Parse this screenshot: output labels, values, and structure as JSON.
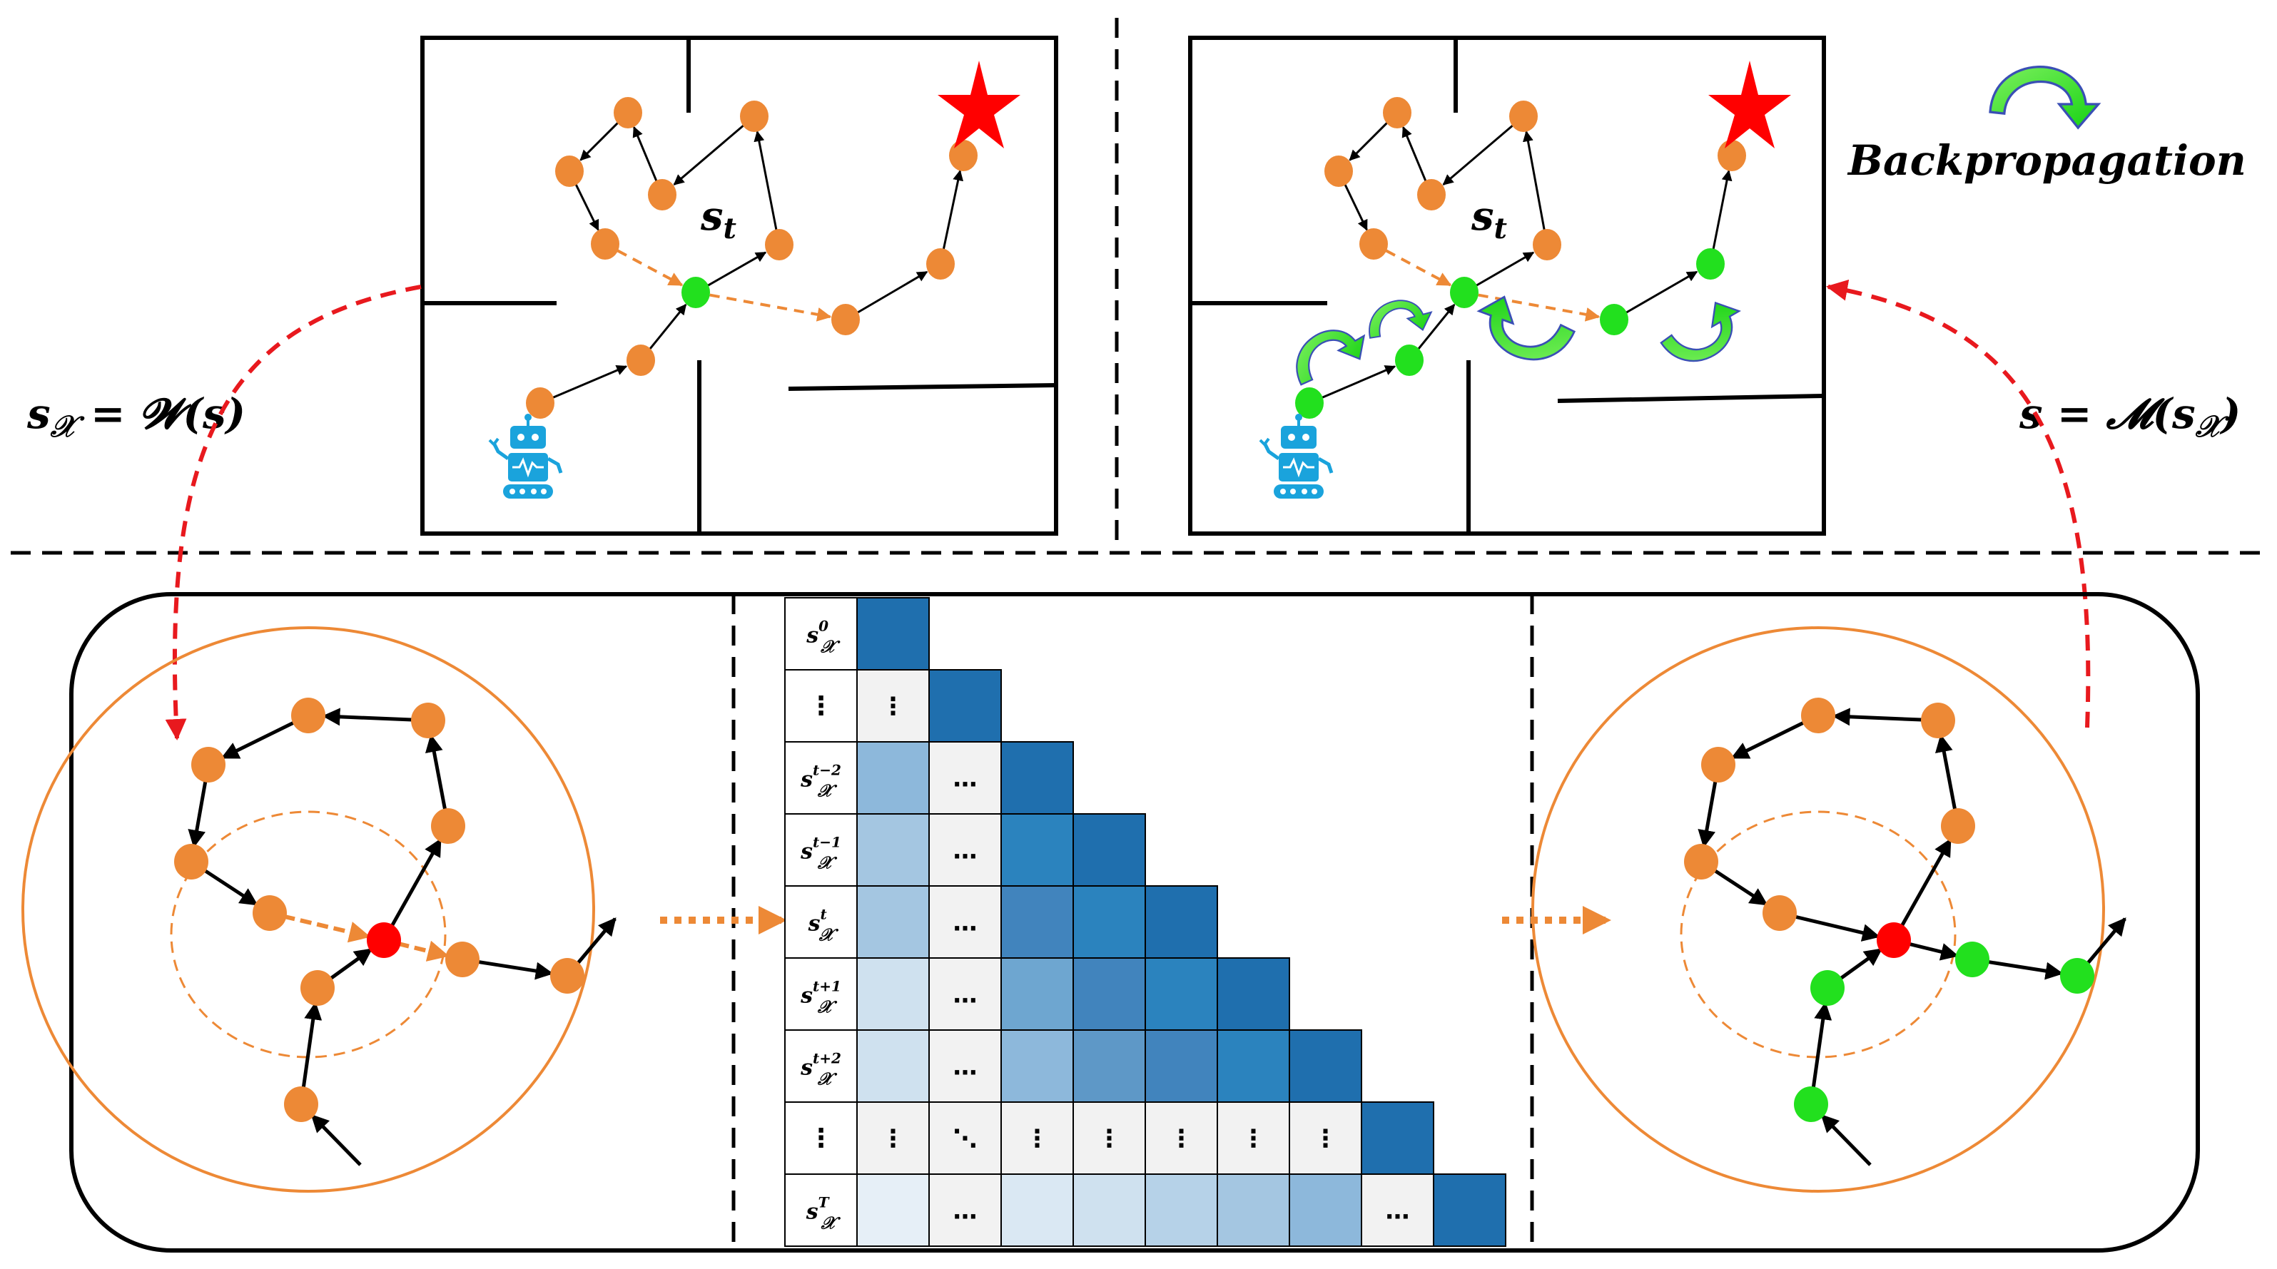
{
  "labels": {
    "backprop": "Backpropagation",
    "left_eq": "s_𝒳 = 𝓦(s)",
    "right_eq": "s = 𝓜(s_𝒳)",
    "st_left": "s_t",
    "st_right": "s_t"
  },
  "matrix": {
    "rows": [
      {
        "base": "s",
        "sub": "𝒳",
        "sup": "0"
      },
      {
        "base": "⋮",
        "sub": "",
        "sup": ""
      },
      {
        "base": "s",
        "sub": "𝒳",
        "sup": "t−2"
      },
      {
        "base": "s",
        "sub": "𝒳",
        "sup": "t−1"
      },
      {
        "base": "s",
        "sub": "𝒳",
        "sup": "t"
      },
      {
        "base": "s",
        "sub": "𝒳",
        "sup": "t+1"
      },
      {
        "base": "s",
        "sub": "𝒳",
        "sup": "t+2"
      },
      {
        "base": "⋮",
        "sub": "",
        "sup": ""
      },
      {
        "base": "s",
        "sub": "𝒳",
        "sup": "T"
      }
    ],
    "ellipsis_h": "…",
    "ellipsis_v": "⋮",
    "ellipsis_d": "⋱"
  },
  "colors": {
    "orange": "#ED8936",
    "green": "#22E01E",
    "red": "#FF0000",
    "dark_blue": "#1F6FAE",
    "robot": "#1AA3DC",
    "dashed_red": "#E8191E"
  },
  "icons": [
    "robot-icon",
    "star-icon",
    "backprop-arrow-icon"
  ]
}
